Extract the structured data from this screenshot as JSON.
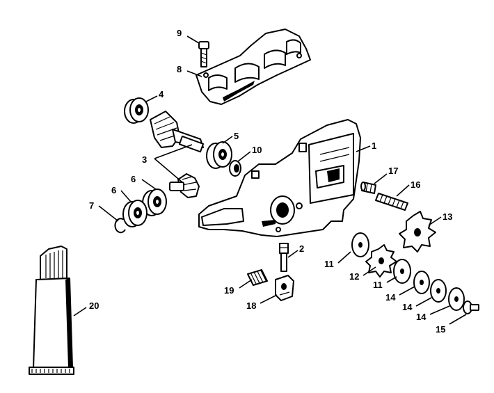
{
  "callouts": {
    "c1": "1",
    "c2": "2",
    "c3": "3",
    "c4": "4",
    "c5": "5",
    "c6a": "6",
    "c6b": "6",
    "c7": "7",
    "c8": "8",
    "c9": "9",
    "c10": "10",
    "c11a": "11",
    "c11b": "11",
    "c12": "12",
    "c13": "13",
    "c14a": "14",
    "c14b": "14",
    "c14c": "14",
    "c15": "15",
    "c16": "16",
    "c17": "17",
    "c18": "18",
    "c19": "19",
    "c20": "20"
  }
}
